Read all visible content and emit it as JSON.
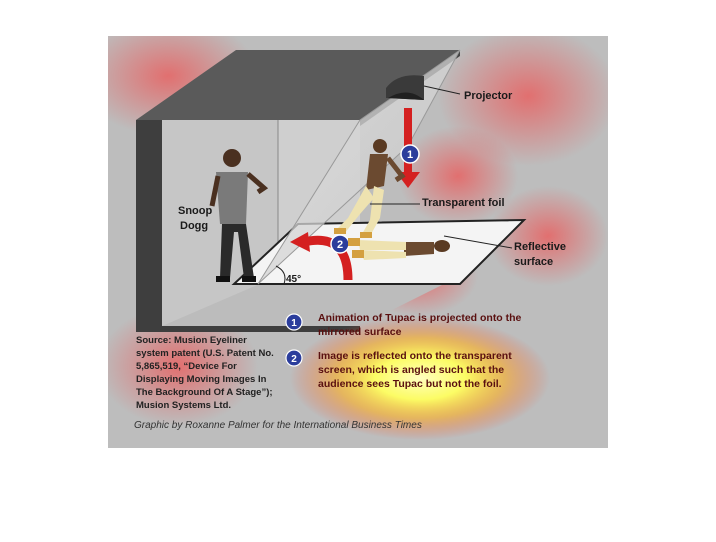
{
  "labels": {
    "projector": "Projector",
    "transparent_foil": "Transparent foil",
    "reflective_surface_1": "Reflective",
    "reflective_surface_2": "surface",
    "snoop_1": "Snoop",
    "snoop_2": "Dogg",
    "angle": "45°"
  },
  "steps": [
    {
      "number": "1",
      "line1": "Animation of Tupac is projected onto the",
      "line2": "mirrored surface"
    },
    {
      "number": "2",
      "line1": "Image is reflected onto the transparent",
      "line2": "screen, which is angled such that the",
      "line3": "audience sees Tupac but not the foil."
    }
  ],
  "source": {
    "line1": "Source: Musion Eyeliner",
    "line2": "system patent (U.S. Patent No.",
    "line3": "5,865,519, “Device For",
    "line4": "Displaying Moving Images In",
    "line5": "The Background Of A Stage”);",
    "line6": "Musion Systems Ltd."
  },
  "credit": "Graphic by Roxanne Palmer for the International Business Times",
  "colors": {
    "arrow_red": "#d42020",
    "badge_blue": "#2b3d9c",
    "stage_dark": "#4a4a4a",
    "heat_yellow": "#ffff80"
  }
}
